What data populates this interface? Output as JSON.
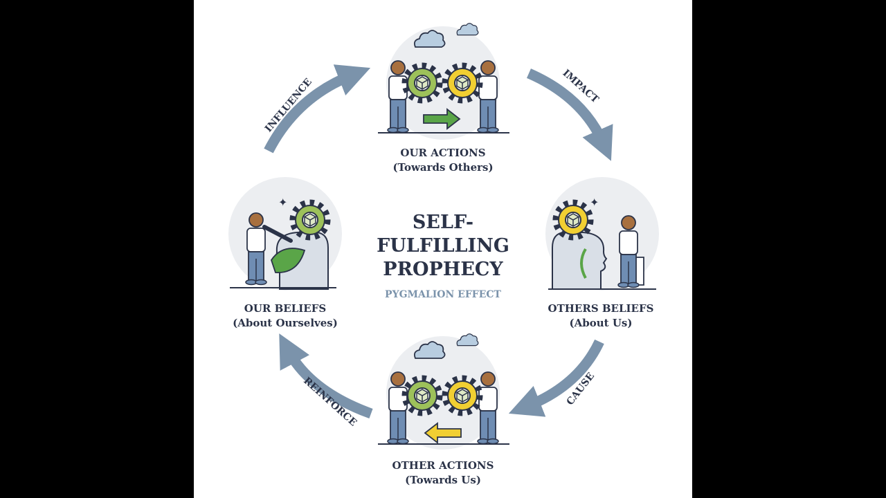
{
  "title": {
    "line1": "SELF-",
    "line2": "FULFILLING",
    "line3": "PROPHECY"
  },
  "subtitle": "PYGMALION EFFECT",
  "nodes": {
    "top": {
      "line1": "OUR ACTIONS",
      "line2": "(Towards Others)"
    },
    "right": {
      "line1": "OTHERS BELIEFS",
      "line2": "(About Us)"
    },
    "bottom": {
      "line1": "OTHER ACTIONS",
      "line2": "(Towards Us)"
    },
    "left": {
      "line1": "OUR BELIEFS",
      "line2": "(About Ourselves)"
    }
  },
  "arrows": {
    "top_left": "INFLUENCE",
    "top_right": "IMPACT",
    "bottom_right": "CAUSE",
    "bottom_left": "REINFORCE"
  },
  "colors": {
    "navy": "#2b3348",
    "arrow": "#7b93ab",
    "subtitle": "#7b93ab",
    "gear_green": "#9dc15a",
    "gear_yellow": "#f1cf32",
    "arrow_green": "#5aa548",
    "arrow_yellow": "#f1cf32",
    "circle_bg": "#eceef1"
  }
}
